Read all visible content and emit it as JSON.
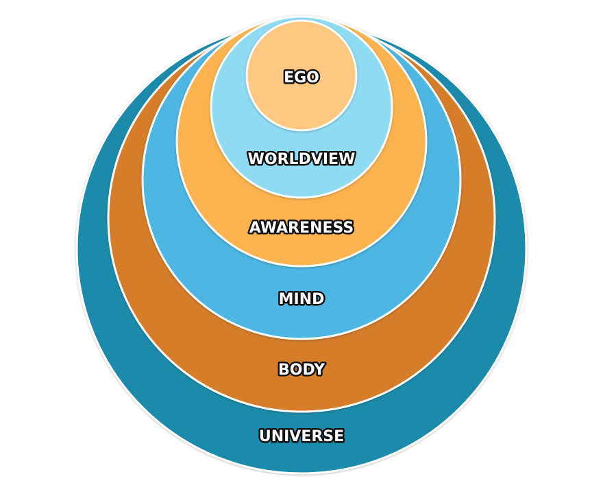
{
  "diagram": {
    "type": "nested-circles",
    "layers": [
      {
        "id": "universe",
        "label": "UNIVERSE",
        "color": "#1B8BAB"
      },
      {
        "id": "body",
        "label": "BODY",
        "color": "#D67D2B"
      },
      {
        "id": "mind",
        "label": "MIND",
        "color": "#4DB6E2"
      },
      {
        "id": "awareness",
        "label": "AWARENESS",
        "color": "#FBB350"
      },
      {
        "id": "worldview",
        "label": "WORLDVIEW",
        "color": "#8EDBF2"
      },
      {
        "id": "ego",
        "label": "EGO",
        "color": "#FDC982"
      }
    ]
  }
}
